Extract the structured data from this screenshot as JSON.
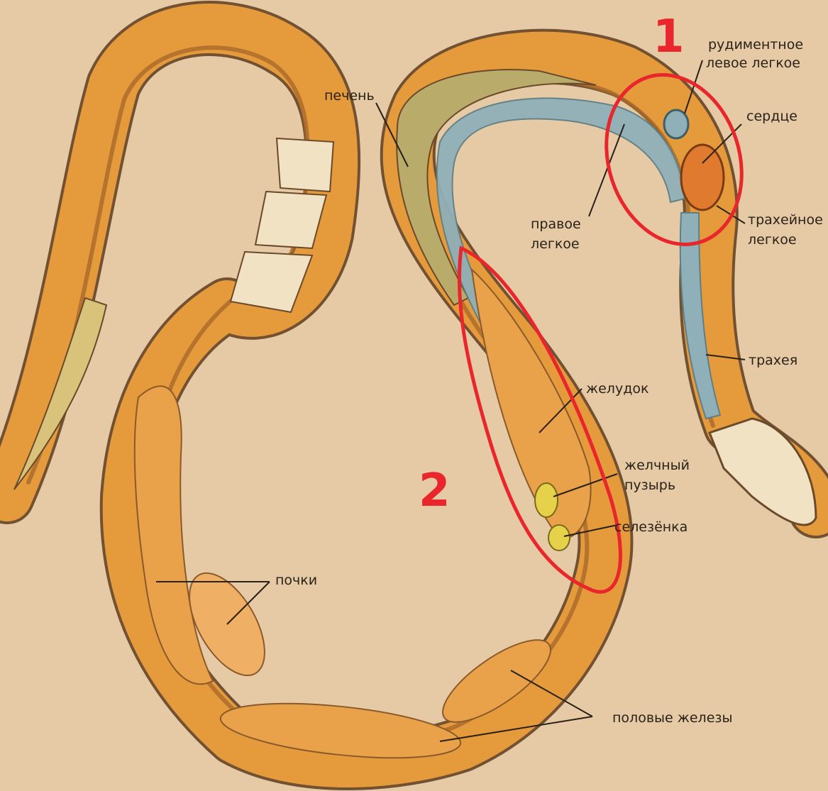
{
  "labels": {
    "liver": "печень",
    "rudimentary_left_lung_1": "рудиментное",
    "rudimentary_left_lung_2": "левое легкое",
    "heart": "сердце",
    "right_lung_1": "правое",
    "right_lung_2": "легкое",
    "tracheal_lung_1": "трахейное",
    "tracheal_lung_2": "легкое",
    "trachea": "трахея",
    "stomach": "желудок",
    "gallbladder_1": "желчный",
    "gallbladder_2": "пузырь",
    "spleen": "селезёнка",
    "kidneys": "почки",
    "gonads": "половые железы"
  },
  "annotations": {
    "mark_1": "1",
    "mark_2": "2"
  },
  "colors": {
    "background": "#e6caa6",
    "body_outline": "#6a4a2a",
    "organ_orange": "#e59a3c",
    "liver_olive": "#b9ab6a",
    "lung_blue": "#8fb0b8",
    "marker_red": "#e8262b",
    "scale_cream": "#f0e2c2",
    "label_text": "#2a2118"
  }
}
